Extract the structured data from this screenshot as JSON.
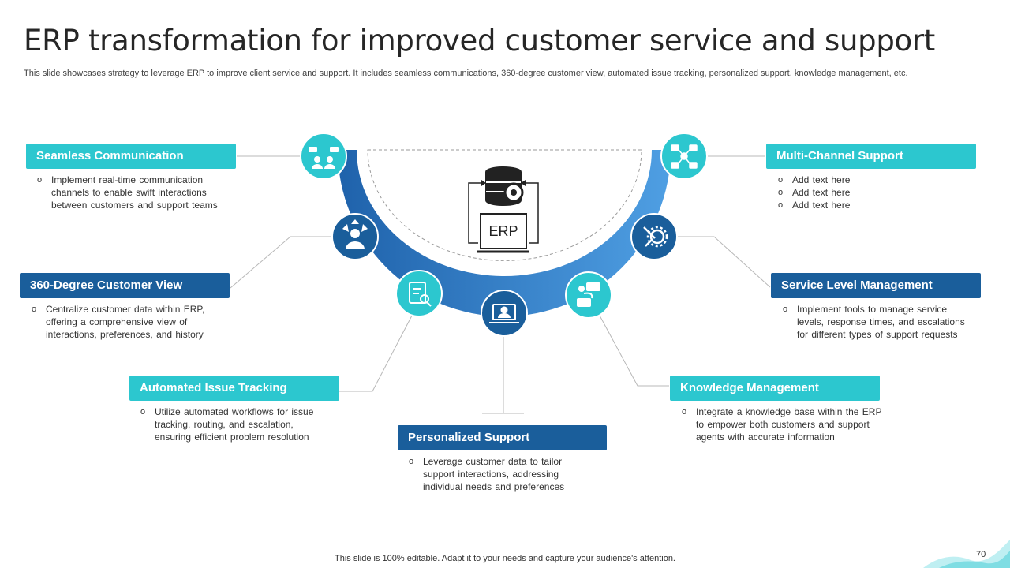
{
  "slide": {
    "title": "ERP transformation for improved customer service and support",
    "subtitle": "This slide showcases strategy to leverage ERP to improve client service and support. It includes seamless communications, 360-degree customer view, automated issue tracking, personalized support, knowledge management, etc.",
    "footer": "This slide is 100% editable. Adapt it to your needs and capture your audience's attention.",
    "page_number": "70"
  },
  "center": {
    "label": "ERP"
  },
  "colors": {
    "teal": "#2cc7cf",
    "navy": "#1a5e9b",
    "arc_dark": "#1f62ab",
    "arc_light": "#4f9fe3"
  },
  "items": [
    {
      "key": "seamless",
      "title": "Seamless Communication",
      "style": "teal",
      "icon": "communication-icon",
      "bullet": "o",
      "lines": [
        "Implement real-time communication",
        "channels to enable swift interactions",
        "between customers and support teams"
      ]
    },
    {
      "key": "customer-view",
      "title": "360-Degree Customer View",
      "style": "navy",
      "icon": "customer-view-icon",
      "bullet": "o",
      "lines": [
        "Centralize customer data within ERP,",
        "offering a comprehensive view of",
        "interactions, preferences, and history"
      ]
    },
    {
      "key": "issue-tracking",
      "title": "Automated Issue Tracking",
      "style": "teal",
      "icon": "clipboard-search-icon",
      "bullet": "o",
      "lines": [
        "Utilize automated workflows for issue",
        "tracking, routing, and escalation,",
        "ensuring efficient problem resolution"
      ]
    },
    {
      "key": "personalized",
      "title": "Personalized Support",
      "style": "navy",
      "icon": "laptop-user-icon",
      "bullet": "o",
      "lines": [
        "Leverage customer data to tailor",
        "support interactions, addressing",
        "individual needs and preferences"
      ]
    },
    {
      "key": "knowledge",
      "title": "Knowledge Management",
      "style": "teal",
      "icon": "chat-exchange-icon",
      "bullet": "o",
      "lines": [
        "Integrate a knowledge base within the ERP",
        "to empower both customers and support",
        "agents with accurate information"
      ]
    },
    {
      "key": "service-level",
      "title": "Service Level Management",
      "style": "navy",
      "icon": "gear-tools-icon",
      "bullet": "o",
      "lines": [
        "Implement tools to manage service",
        "levels, response times, and escalations",
        "for different types of support requests"
      ]
    },
    {
      "key": "multichannel",
      "title": "Multi-Channel Support",
      "style": "teal",
      "icon": "network-icon",
      "bullet": "o",
      "lines": [
        "Add text here",
        "Add text here",
        "Add text here"
      ]
    }
  ]
}
